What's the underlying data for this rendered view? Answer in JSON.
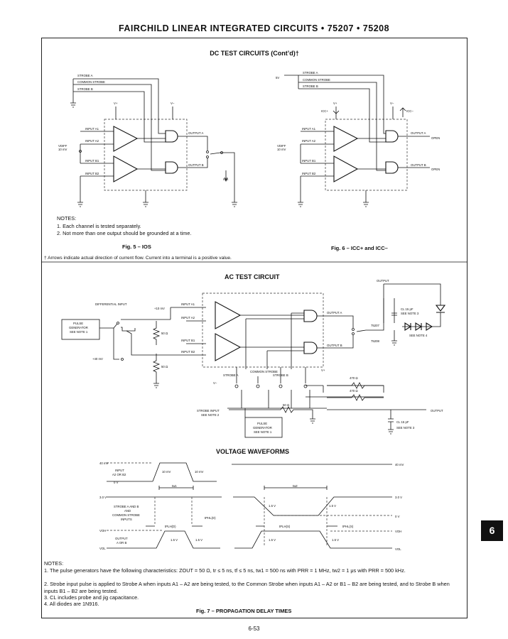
{
  "header": {
    "title": "FAIRCHILD LINEAR INTEGRATED CIRCUITS • 75207 • 75208"
  },
  "dc": {
    "title": "DC TEST CIRCUITS (Cont’d)†",
    "notes_title": "NOTES:",
    "notes": [
      "1.  Each channel is tested separately.",
      "2.  Not more than one output should be grounded at a time."
    ],
    "fig5": "Fig. 5 – IOS",
    "fig6": "Fig. 6 – ICC+ and ICC–",
    "footnote": "† Arrows indicate actual direction of current flow.  Current into a terminal is a positive value."
  },
  "fig5_labels": {
    "strobe_a": "STROBE A",
    "common_strobe": "COMMON STROBE",
    "strobe_b": "STROBE B",
    "vplus": "V+",
    "vminus": "V–",
    "input_a1": "INPUT A1",
    "input_a2": "INPUT A2",
    "input_b1": "INPUT B1",
    "input_b2": "INPUT B2",
    "vdiff": "VDIFF",
    "vdiff_val": "10 mV",
    "output_a": "OUTPUT A",
    "output_b": "OUTPUT B",
    "ios": "IOS"
  },
  "fig6_labels": {
    "fivev": "5V",
    "strobe_a": "STROBE A",
    "common_strobe": "COMMON STROBE",
    "strobe_b": "STROBE B",
    "icc_plus": "ICC+",
    "icc_minus": "ICC–",
    "vplus": "V+",
    "vminus": "V–",
    "input_a1": "INPUT A1",
    "input_a2": "INPUT A2",
    "input_b1": "INPUT B1",
    "input_b2": "INPUT B2",
    "vdiff": "VDIFF",
    "vdiff_val": "10 mV",
    "output_a": "OUTPUT A",
    "output_b": "OUTPUT B",
    "open_a": "OPEN",
    "open_b": "OPEN"
  },
  "ac": {
    "title": "AC TEST CIRCUIT",
    "differential_input": "DIFFERENTIAL INPUT",
    "pulse_gen_1": [
      "PULSE",
      "GENERATOR",
      "SEE NOTE 1"
    ],
    "plus10mv": "+10 mV",
    "plus40mv": "+40 mV",
    "r50_1": "50 Ω",
    "r50_2": "50 Ω",
    "input_a1": "INPUT A1",
    "input_a2": "INPUT A2",
    "input_b1": "INPUT B1",
    "input_b2": "INPUT B2",
    "output_a": "OUTPUT A",
    "output_b": "OUTPUT B",
    "p75207": "75207",
    "p75208": "75208",
    "output_top": "OUTPUT",
    "cl_top": "CL 15 pF",
    "see_note3_top": "SEE NOTE 3",
    "see_note4": "SEE NOTE 4",
    "vplus": "V+",
    "vminus": "V–",
    "strobe_a": "STROBE A",
    "common_strobe": "COMMON STROBE",
    "strobe_b": "STROBE B",
    "r470_1": "470 Ω",
    "r470_2": "470 Ω",
    "r50_3": "50 Ω",
    "strobe_input": "STROBE INPUT",
    "strobe_input_note": "SEE NOTE 2",
    "pulse_gen_2": [
      "PULSE",
      "GENERATOR",
      "SEE NOTE 1"
    ],
    "output_right": "OUTPUT",
    "cl_bottom": "CL 15 pF",
    "see_note3_bottom": "SEE NOTE 3"
  },
  "waveforms": {
    "title": "VOLTAGE WAVEFORMS",
    "v40_left": "40 mV",
    "v40_right": "40 mV",
    "input_label": [
      "INPUT",
      "A2 OR B2"
    ],
    "v0": "0 V",
    "v10_1": "10 mV",
    "v10_2": "10 mV",
    "tw1": "tw1",
    "tw2": "tw2",
    "v3_left": "3.0 V",
    "v3_right": "3.0 V",
    "strobe_label": [
      "STROBE A AND B",
      "AND",
      "COMMON STROBE",
      "INPUTS"
    ],
    "v15": "1.5 V",
    "tplh_d": "tPLH(D)",
    "tphl_d": "tPHL(D)",
    "tplh_s": "tPLH(S)",
    "tphl_s": "tPHL(S)",
    "v0_right": "0 V",
    "voh_left": "VOH",
    "voh_right": "VOH",
    "output_label": [
      "OUTPUT",
      "A OR B"
    ],
    "vol_left": "VOL",
    "vol_right": "VOL"
  },
  "notes2": {
    "title": "NOTES:",
    "items": [
      "1.  The pulse generators have the following characteristics: ZOUT = 50 Ω, tr ≤ 5 ns, tf ≤ 5 ns, tw1 = 500 ns with PRR = 1 MHz, tw2 = 1 μs with PRR = 500 kHz.",
      "2.  Strobe input pulse is applied to Strobe A when inputs A1 – A2 are being tested, to the Common Strobe when inputs A1 – A2 or B1 – B2 are being tested, and to Strobe B when inputs B1 – B2 are being tested.",
      "3.  CL includes probe and jig capacitance.",
      "4.  All diodes are 1N916."
    ]
  },
  "fig7": "Fig. 7 – PROPAGATION DELAY TIMES",
  "tab": "6",
  "page_number": "6-53"
}
